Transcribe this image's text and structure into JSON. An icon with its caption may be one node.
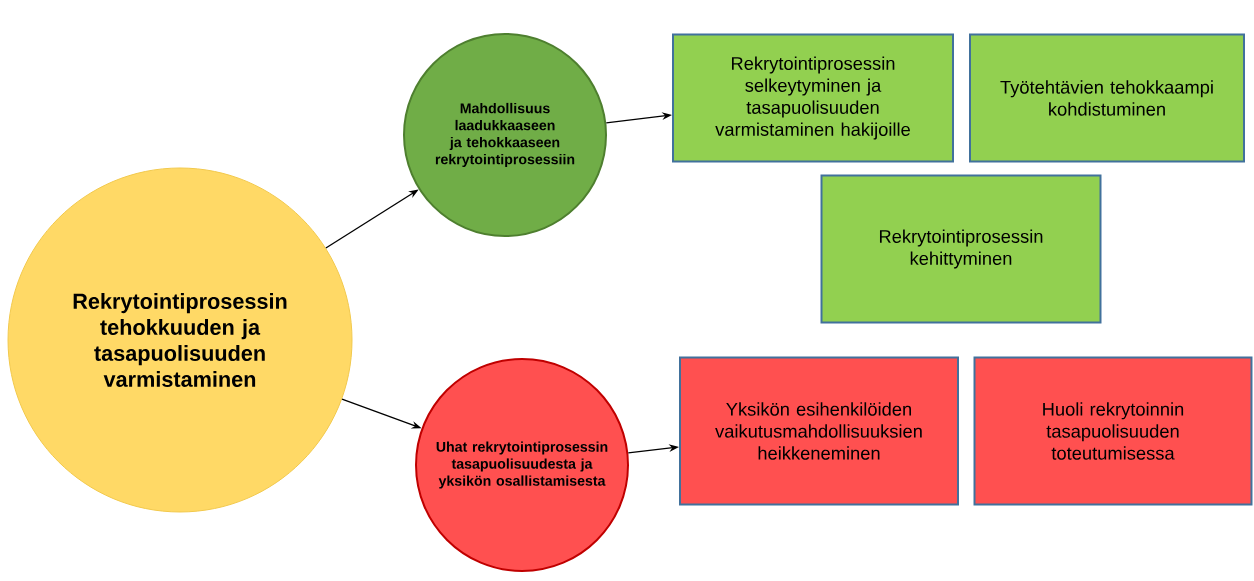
{
  "diagram": {
    "nodes": [
      {
        "text": [
          "Rekrytointiprosessin tehokkuuden ja tasapuolisuuden varmistaminen"
        ]
      },
      {
        "text": [
          "Mahdollisuus laadukkaaseen ja tehokkaaseen rekrytointiprosessiin"
        ]
      },
      {
        "text": [
          "Rekrytointiprosessin selkeytyminen ja tasapuolisuuden varmistaminen hakijoille"
        ]
      },
      {
        "text": [
          "Työtehtävien tehokkaampi kohdistuminen"
        ]
      },
      {
        "text": [
          "Rekrytointiprosessin kehittyminen"
        ]
      },
      {
        "text": [
          "Uhat rekrytointiprosessin tasapuolisuudesta ja yksikön osallistamisesta"
        ]
      },
      {
        "text": [
          "Yksikön esihenkilöiden vaikutusmahdollisuuksien heikkeneminen"
        ]
      },
      {
        "text": [
          "Huoli rekrytoinnin tasapuolisuuden toteutumisessa"
        ]
      }
    ],
    "edges": [
      {
        "from": 0,
        "to": 1,
        "arrow": "to"
      },
      {
        "from": 0,
        "to": 5,
        "arrow": "to"
      },
      {
        "from": 1,
        "to": 2,
        "arrow": "to"
      },
      {
        "from": 5,
        "to": 6,
        "arrow": "to"
      }
    ]
  }
}
